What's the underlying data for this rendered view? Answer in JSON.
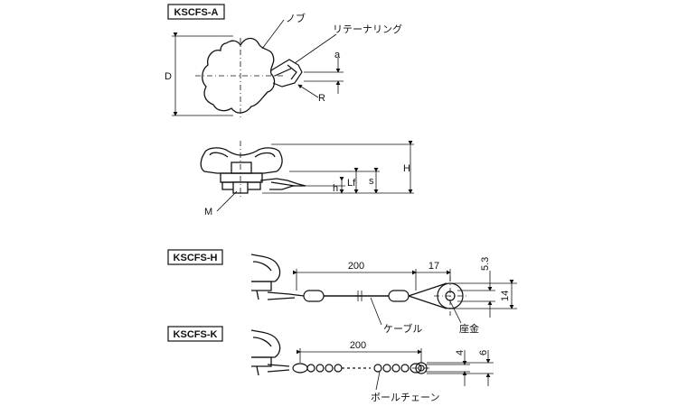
{
  "sections": {
    "a": {
      "label": "KSCFS-A"
    },
    "h": {
      "label": "KSCFS-H"
    },
    "k": {
      "label": "KSCFS-K"
    }
  },
  "callouts": {
    "knob": "ノブ",
    "retaining_ring": "リテーナリング",
    "cable": "ケーブル",
    "washer": "座金",
    "ball_chain": "ボールチェーン"
  },
  "dims": {
    "D": "D",
    "a": "a",
    "R": "R",
    "H": "H",
    "Lf": "Lf",
    "s": "s",
    "h": "h",
    "M": "M",
    "h_len": "200",
    "h_17": "17",
    "h_5_3": "5.3",
    "h_14": "14",
    "k_len": "200",
    "k_4": "4",
    "k_6": "6"
  }
}
